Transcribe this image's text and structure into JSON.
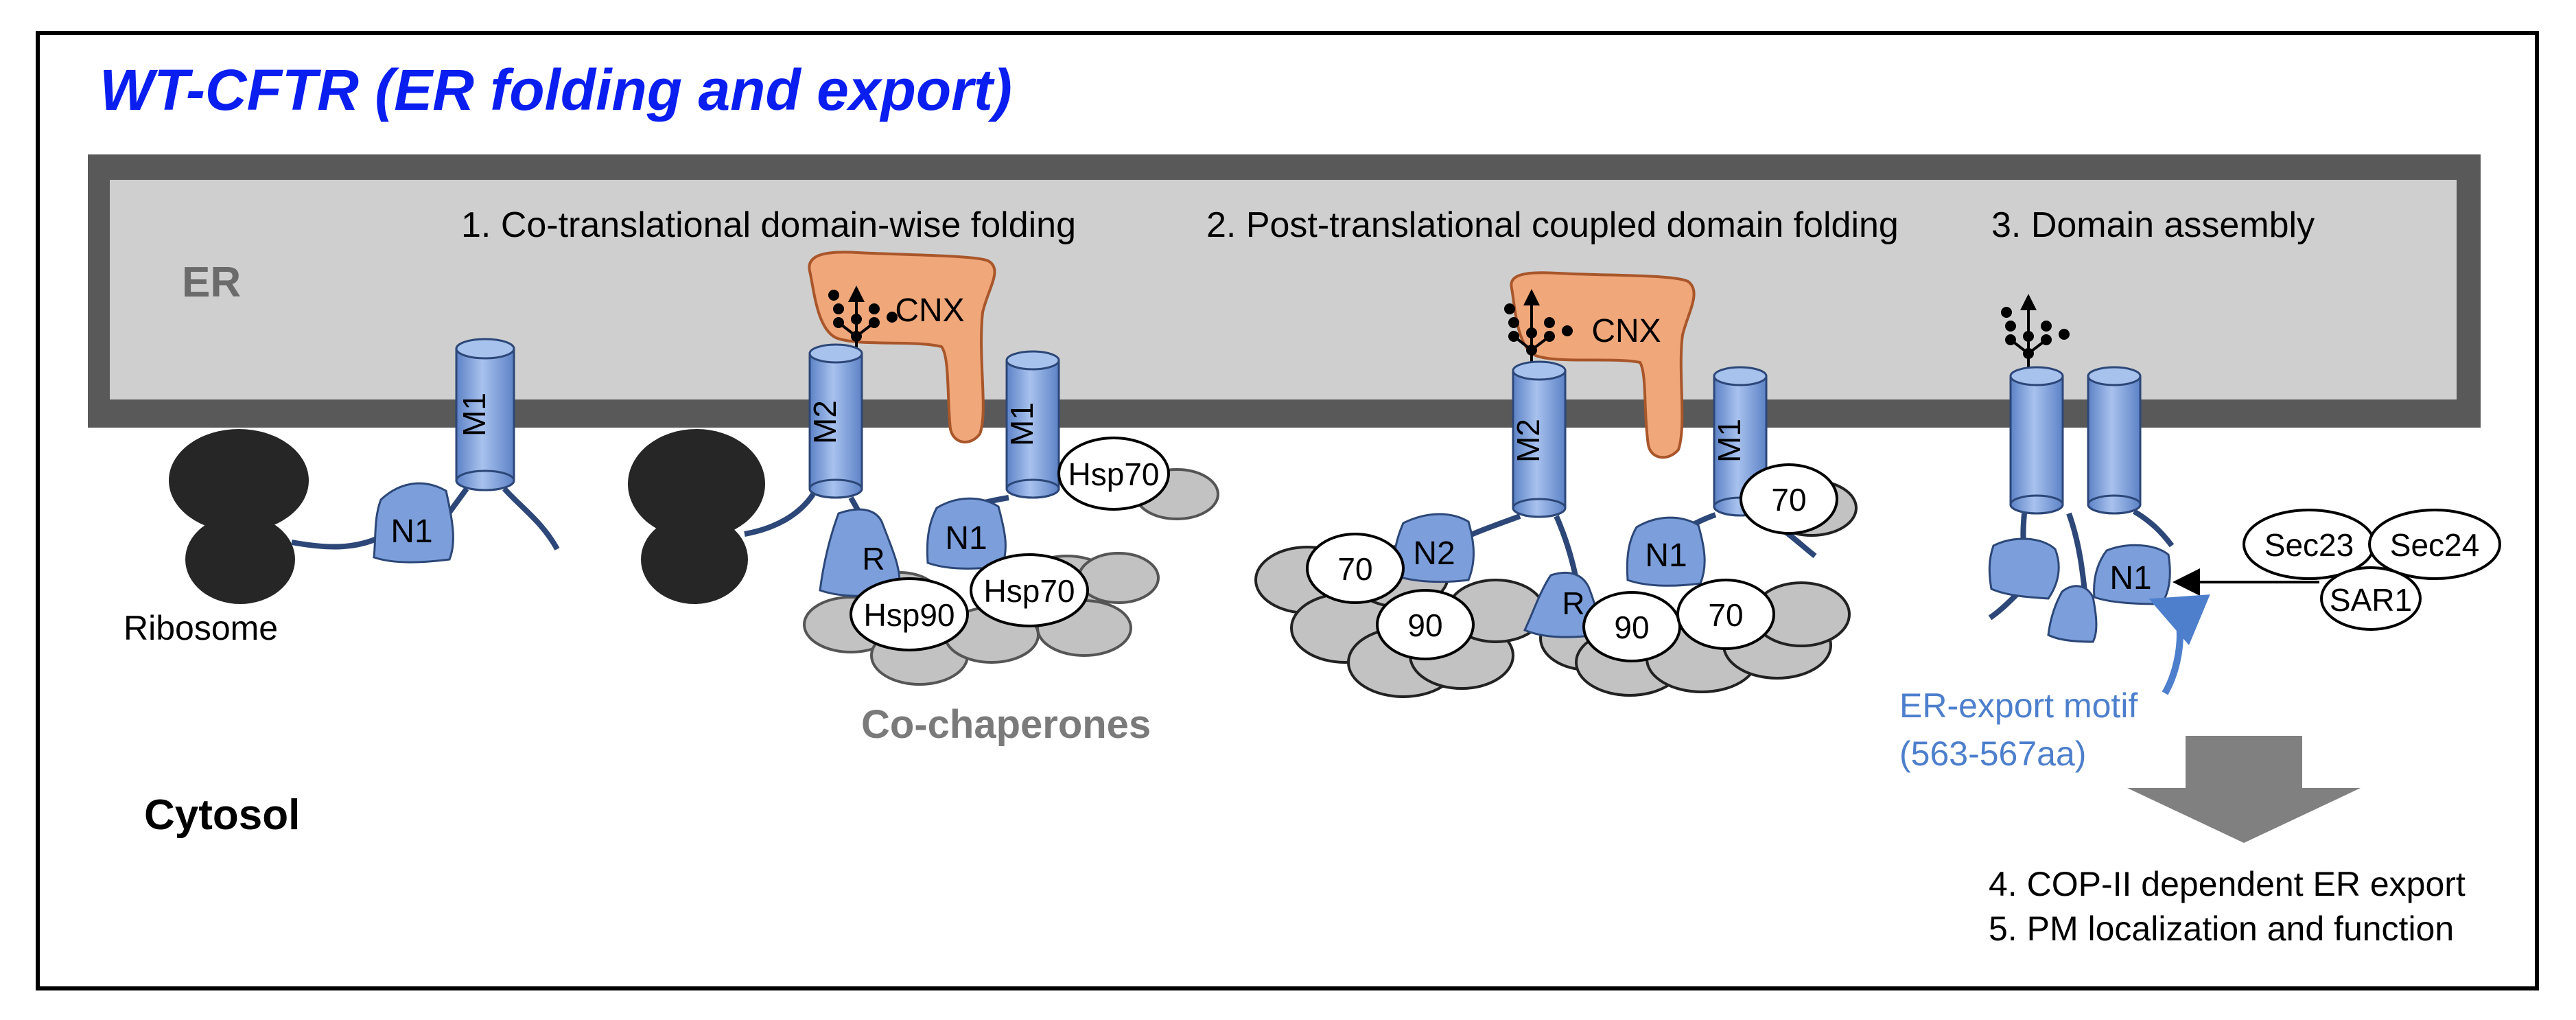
{
  "title": "WT-CFTR (ER folding and export)",
  "compartments": {
    "er": "ER",
    "cytosol": "Cytosol"
  },
  "steps": {
    "step1": "1. Co-translational domain-wise folding",
    "step2": "2. Post-translational coupled domain folding",
    "step3": "3. Domain assembly",
    "step4": "4. COP-II dependent ER export",
    "step5": "5. PM localization and function"
  },
  "labels": {
    "ribosome": "Ribosome",
    "co_chaperones": "Co-chaperones",
    "er_export_motif_1": "ER-export motif",
    "er_export_motif_2": "(563-567aa)"
  },
  "domains": {
    "m1": "M1",
    "m2": "M2",
    "n1": "N1",
    "n2": "N2",
    "r": "R"
  },
  "proteins": {
    "cnx": "CNX",
    "hsp70": "Hsp70",
    "hsp90": "Hsp90",
    "c70": "70",
    "c90": "90",
    "sec23": "Sec23",
    "sec24": "Sec24",
    "sar1": "SAR1"
  },
  "colors": {
    "title": "#0a1ef0",
    "er_lumen": "#cfcfcf",
    "er_membrane": "#595959",
    "domain_fill": "#7c9fdc",
    "domain_stroke": "#2c4778",
    "cnx_fill": "#f0a77a",
    "cnx_stroke": "#a8562a",
    "cochaperone": "#c2c2c2",
    "motif_text": "#4d7fcc",
    "ribosome": "#262626",
    "export_arrow": "#808080"
  }
}
